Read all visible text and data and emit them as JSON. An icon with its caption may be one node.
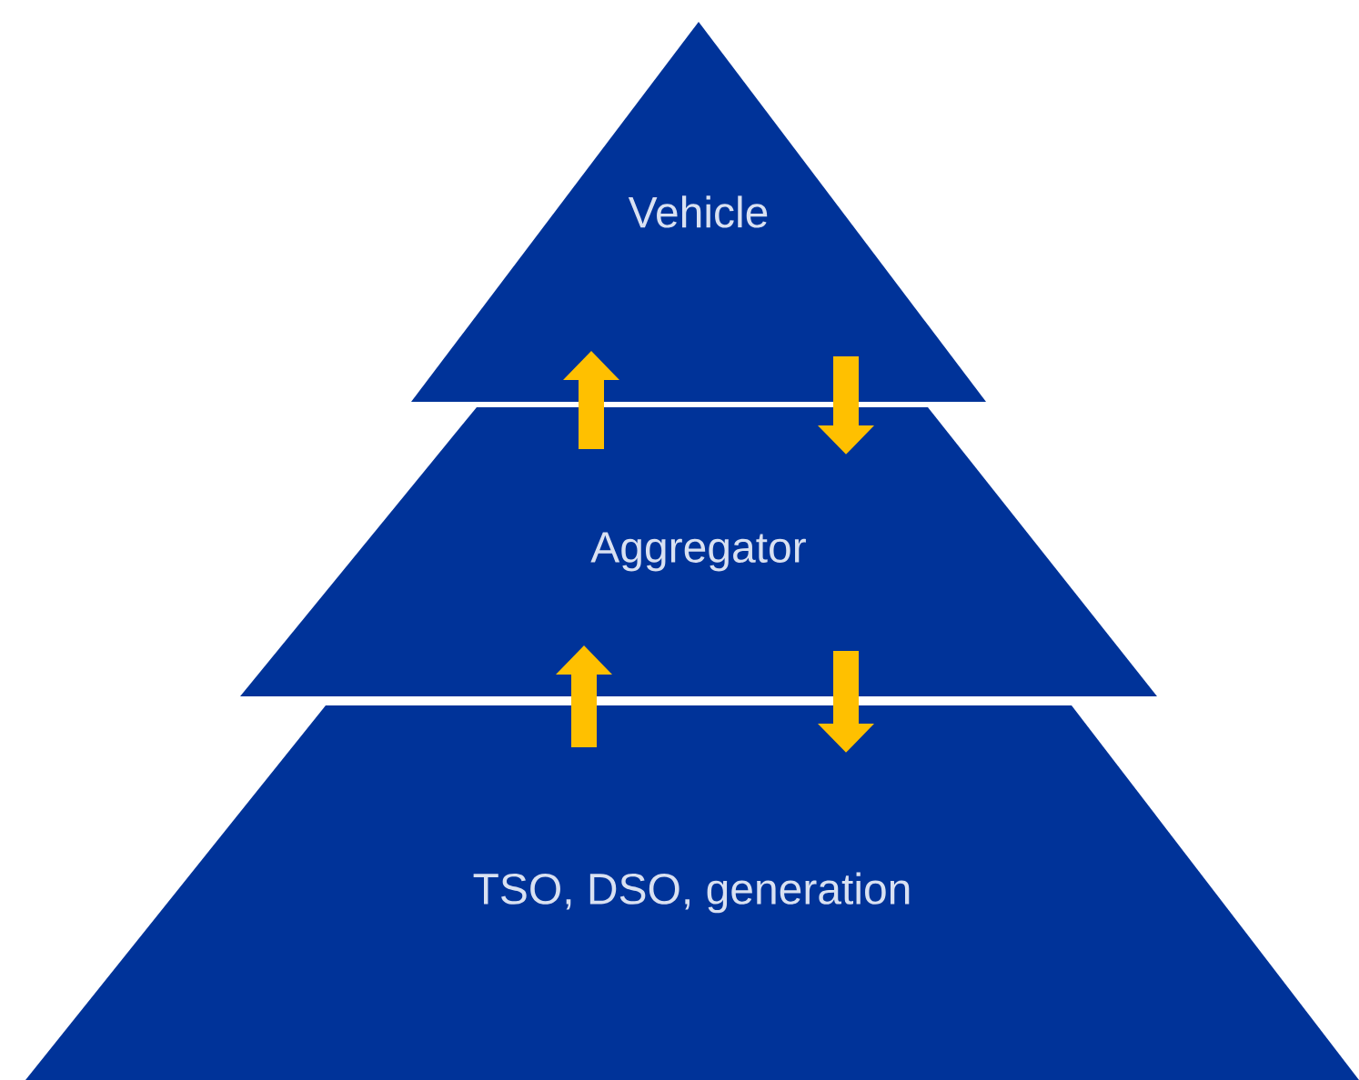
{
  "diagram": {
    "nodes": [
      {
        "text": [
          "Vehicle"
        ]
      },
      {
        "text": [
          "Aggregator"
        ]
      },
      {
        "text": [
          "TSO, DSO, generation"
        ]
      }
    ],
    "edges": [
      {
        "from": 1,
        "to": 0,
        "arrow": "to"
      },
      {
        "from": 0,
        "to": 1,
        "arrow": "to"
      },
      {
        "from": 2,
        "to": 1,
        "arrow": "to"
      },
      {
        "from": 1,
        "to": 2,
        "arrow": "to"
      }
    ]
  }
}
